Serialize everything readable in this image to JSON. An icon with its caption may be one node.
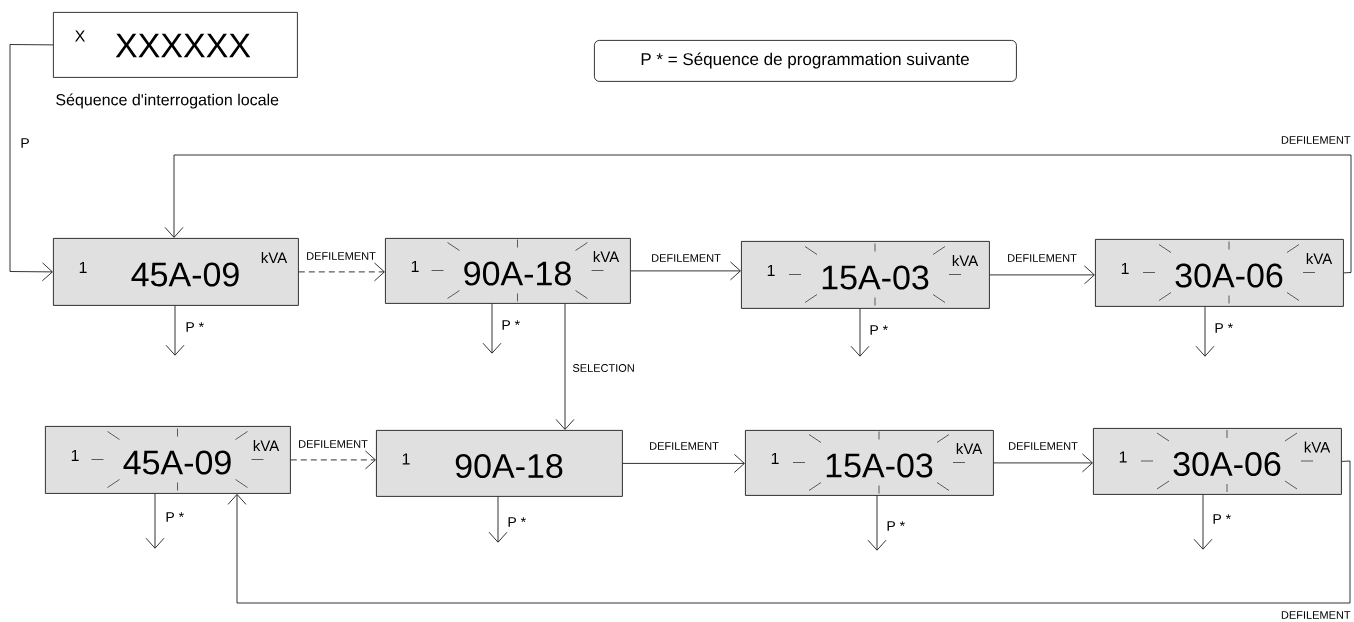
{
  "diagram": {
    "nodes": [
      {
        "text": [
          "X",
          "XXXXXX"
        ],
        "beside": [
          "Séquence d'interrogation locale"
        ]
      },
      {
        "text": [
          "P * = Séquence de programmation suivante"
        ]
      },
      {
        "text": [
          "1",
          "45A-09",
          "kVA"
        ]
      },
      {
        "text": [
          "1",
          "90A-18",
          "kVA"
        ]
      },
      {
        "text": [
          "1",
          "15A-03",
          "kVA"
        ]
      },
      {
        "text": [
          "1",
          "30A-06",
          "kVA"
        ]
      },
      {
        "text": [
          "1",
          "45A-09",
          "kVA"
        ]
      },
      {
        "text": [
          "1",
          "90A-18"
        ]
      },
      {
        "text": [
          "1",
          "15A-03",
          "kVA"
        ]
      },
      {
        "text": [
          "1",
          "30A-06",
          "kVA"
        ]
      }
    ],
    "edges": [
      {
        "from": 0,
        "to": 2,
        "arrow": "to",
        "label": "P"
      },
      {
        "from": 2,
        "to": 3,
        "arrow": "to",
        "label": "DEFILEMENT",
        "style": "dashed"
      },
      {
        "from": 3,
        "to": 4,
        "arrow": "to",
        "label": "DEFILEMENT"
      },
      {
        "from": 4,
        "to": 5,
        "arrow": "to",
        "label": "DEFILEMENT"
      },
      {
        "from": 5,
        "to": 2,
        "arrow": "to",
        "label": "DEFILEMENT"
      },
      {
        "from": 3,
        "to": 7,
        "arrow": "to",
        "label": "SELECTION"
      },
      {
        "from": 6,
        "to": 7,
        "arrow": "to",
        "label": "DEFILEMENT",
        "style": "dashed"
      },
      {
        "from": 7,
        "to": 8,
        "arrow": "to",
        "label": "DEFILEMENT"
      },
      {
        "from": 8,
        "to": 9,
        "arrow": "to",
        "label": "DEFILEMENT"
      },
      {
        "from": 9,
        "to": 6,
        "arrow": "to",
        "label": "DEFILEMENT"
      },
      {
        "from": 2,
        "to": null,
        "arrow": "to",
        "label": "P *"
      },
      {
        "from": 3,
        "to": null,
        "arrow": "to",
        "label": "P *"
      },
      {
        "from": 4,
        "to": null,
        "arrow": "to",
        "label": "P *"
      },
      {
        "from": 5,
        "to": null,
        "arrow": "to",
        "label": "P *"
      },
      {
        "from": 6,
        "to": null,
        "arrow": "to",
        "label": "P *"
      },
      {
        "from": 7,
        "to": null,
        "arrow": "to",
        "label": "P *"
      },
      {
        "from": 8,
        "to": null,
        "arrow": "to",
        "label": "P *"
      },
      {
        "from": 9,
        "to": null,
        "arrow": "to",
        "label": "P *"
      }
    ]
  }
}
